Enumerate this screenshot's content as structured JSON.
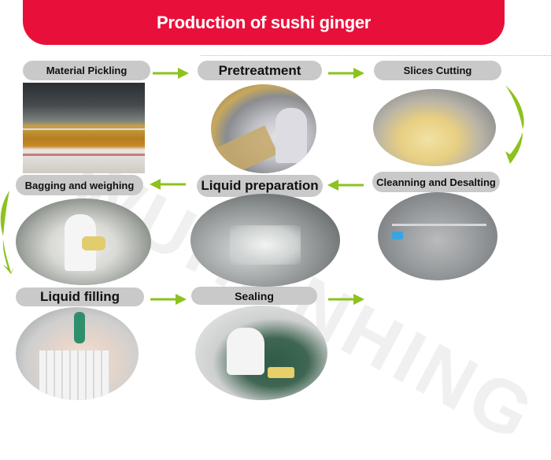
{
  "title": "Production of sushi ginger",
  "colors": {
    "banner": "#e8103a",
    "pill": "#c9c9c9",
    "arrow": "#8dc21f"
  },
  "watermark": "WUHANHING",
  "steps": [
    {
      "order": 1,
      "label": "Material Pickling",
      "photo": "pickling-tanks-factory"
    },
    {
      "order": 2,
      "label": "Pretreatment",
      "photo": "worker-sorting-ginger-conveyor"
    },
    {
      "order": 3,
      "label": "Slices Cutting",
      "photo": "ginger-slicing-machine"
    },
    {
      "order": 4,
      "label": "Cleanning and Desalting",
      "photo": "stainless-washing-tank"
    },
    {
      "order": 5,
      "label": "Liquid preparation",
      "photo": "mixing-tank-liquid"
    },
    {
      "order": 6,
      "label": "Bagging and weighing",
      "photo": "worker-bagging-ginger"
    },
    {
      "order": 7,
      "label": "Liquid filling",
      "photo": "filling-bags-in-crates"
    },
    {
      "order": 8,
      "label": "Sealing",
      "photo": "worker-vacuum-sealing"
    }
  ],
  "flow_arrows": [
    {
      "from": "Material Pickling",
      "to": "Pretreatment",
      "direction": "right"
    },
    {
      "from": "Pretreatment",
      "to": "Slices Cutting",
      "direction": "right"
    },
    {
      "from": "Slices Cutting",
      "to": "Cleanning and Desalting",
      "direction": "curved-down"
    },
    {
      "from": "Cleanning and Desalting",
      "to": "Liquid preparation",
      "direction": "left"
    },
    {
      "from": "Liquid preparation",
      "to": "Bagging and weighing",
      "direction": "left"
    },
    {
      "from": "Bagging and weighing",
      "to": "Liquid filling",
      "direction": "curved-down"
    },
    {
      "from": "Liquid filling",
      "to": "Sealing",
      "direction": "right"
    },
    {
      "from": "Sealing",
      "to": "",
      "direction": "right"
    }
  ]
}
